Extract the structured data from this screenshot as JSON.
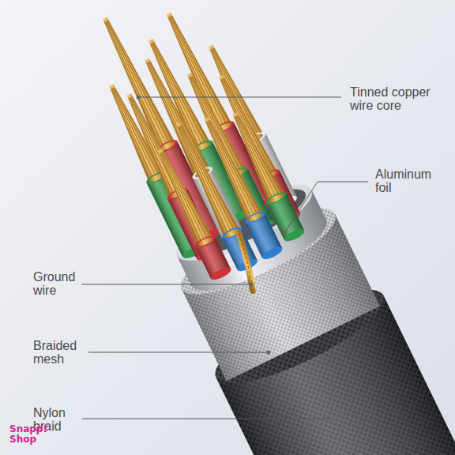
{
  "diagram": {
    "labels": [
      "Tinned copper wire core",
      "Aluminum foil",
      "Ground wire",
      "Braided mesh",
      "Nylon braid",
      "Snapp! Shop"
    ]
  }
}
